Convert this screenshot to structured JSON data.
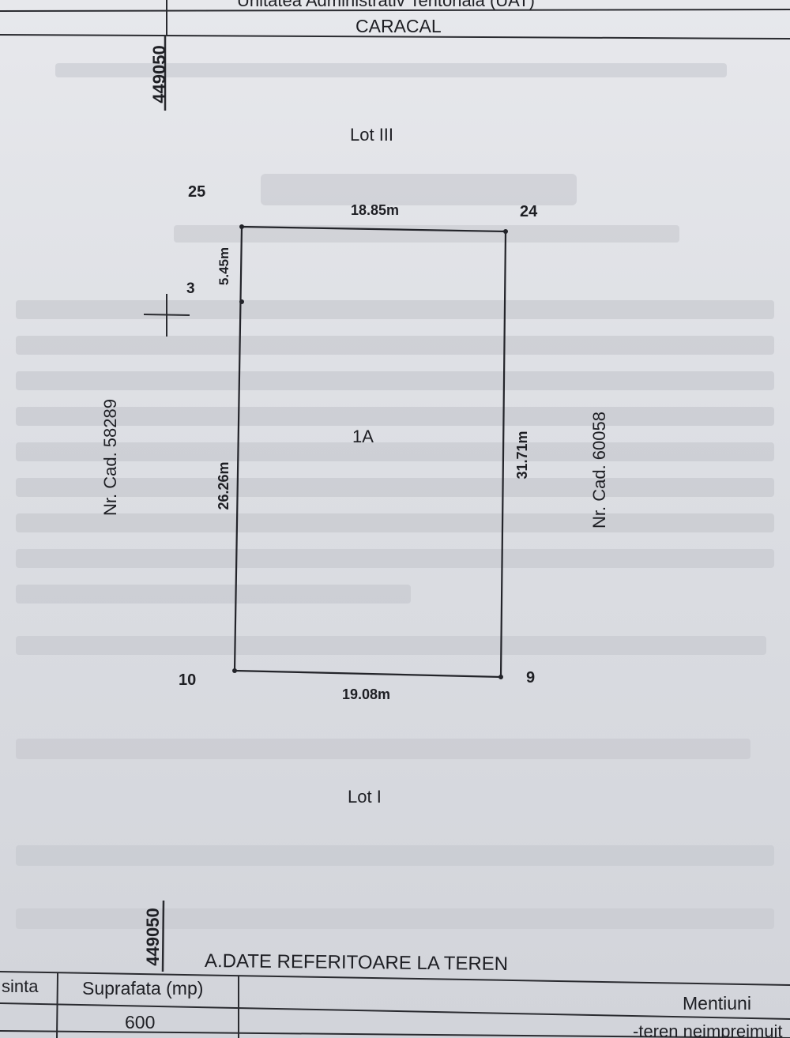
{
  "header": {
    "top_text_cut": "Unitatea Administrativ Teritoriala (UAT)",
    "locality": "CARACAL"
  },
  "coordinates": {
    "top_left": "449050",
    "bottom_left": "449050"
  },
  "neighbors": {
    "north": "Lot III",
    "south": "Lot I",
    "west": "Nr. Cad. 58289",
    "east": "Nr. Cad. 60058"
  },
  "parcel": {
    "id": "1A"
  },
  "points": {
    "p25": "25",
    "p24": "24",
    "p3": "3",
    "p10": "10",
    "p9": "9"
  },
  "dimensions": {
    "top": "18.85m",
    "bottom": "19.08m",
    "left_upper": "5.45m",
    "left_lower": "26.26m",
    "right": "31.71m"
  },
  "section": {
    "title": "A.DATE REFERITOARE LA TEREN",
    "table": {
      "col_left_cut": "sinta",
      "col_area": "Suprafata (mp)",
      "col_mentions": "Mentiuni",
      "area_value": "600",
      "mention_value": "-teren neimprejmuit"
    }
  }
}
